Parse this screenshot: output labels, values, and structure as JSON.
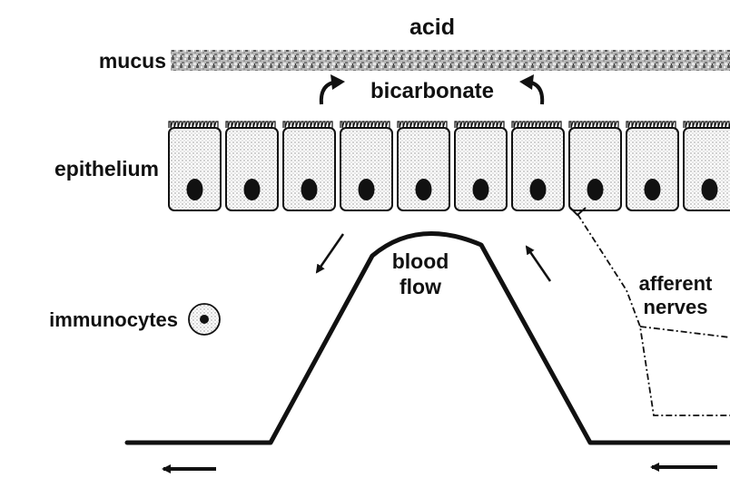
{
  "labels": {
    "acid": "acid",
    "mucus": "mucus",
    "bicarbonate": "bicarbonate",
    "epithelium": "epithelium",
    "immunocytes": "immunocytes",
    "blood_line1": "blood",
    "blood_line2": "flow",
    "afferent_line1": "afferent",
    "afferent_line2": "nerves"
  },
  "epithelium": {
    "cell_count": 10
  },
  "colors": {
    "ink": "#111111",
    "stipple": "#9a9a9a"
  },
  "icons": [
    "curved-arrow-icon",
    "straight-arrow-icon",
    "immunocyte-icon",
    "nerve-ending-icon"
  ]
}
